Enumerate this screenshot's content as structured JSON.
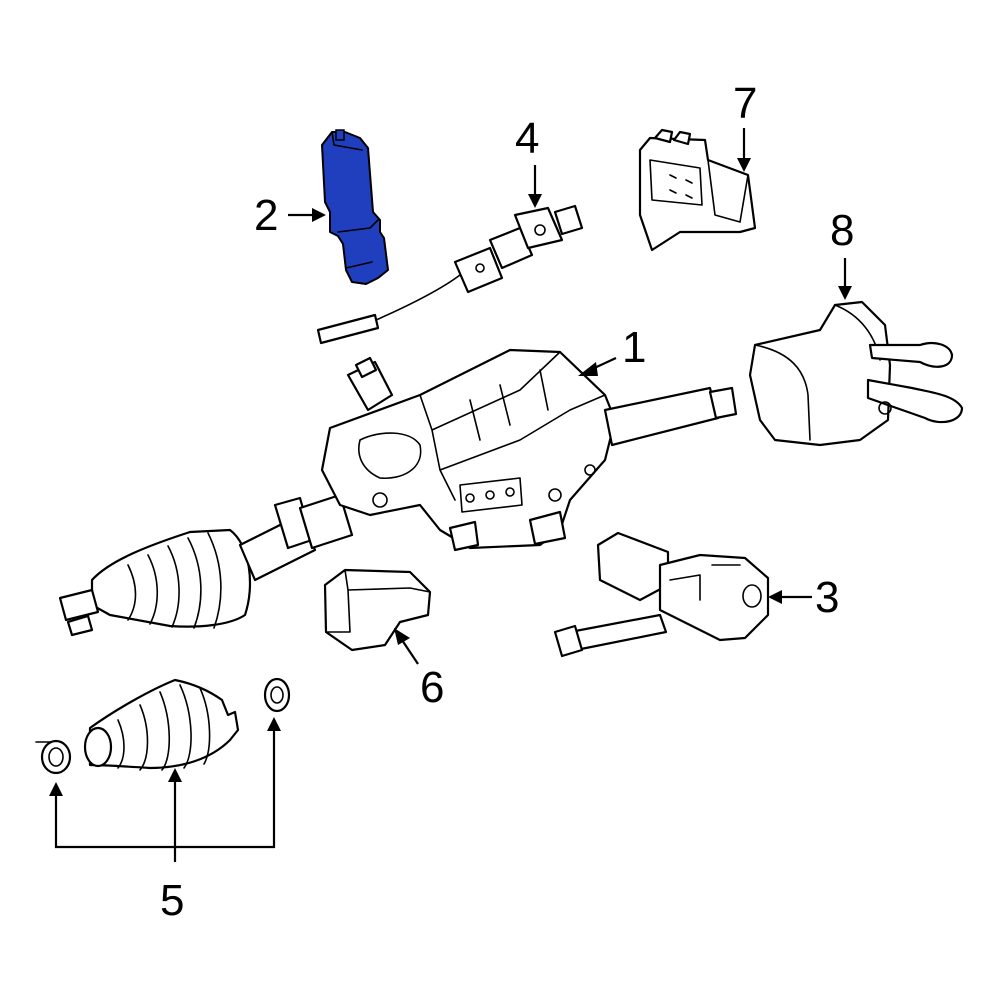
{
  "colors": {
    "background": "#ffffff",
    "line": "#000000",
    "highlight": "#1f3fbf"
  },
  "callouts": {
    "c1": "1",
    "c2": "2",
    "c3": "3",
    "c4": "4",
    "c5": "5",
    "c6": "6",
    "c7": "7",
    "c8": "8"
  },
  "highlighted_part": "2"
}
